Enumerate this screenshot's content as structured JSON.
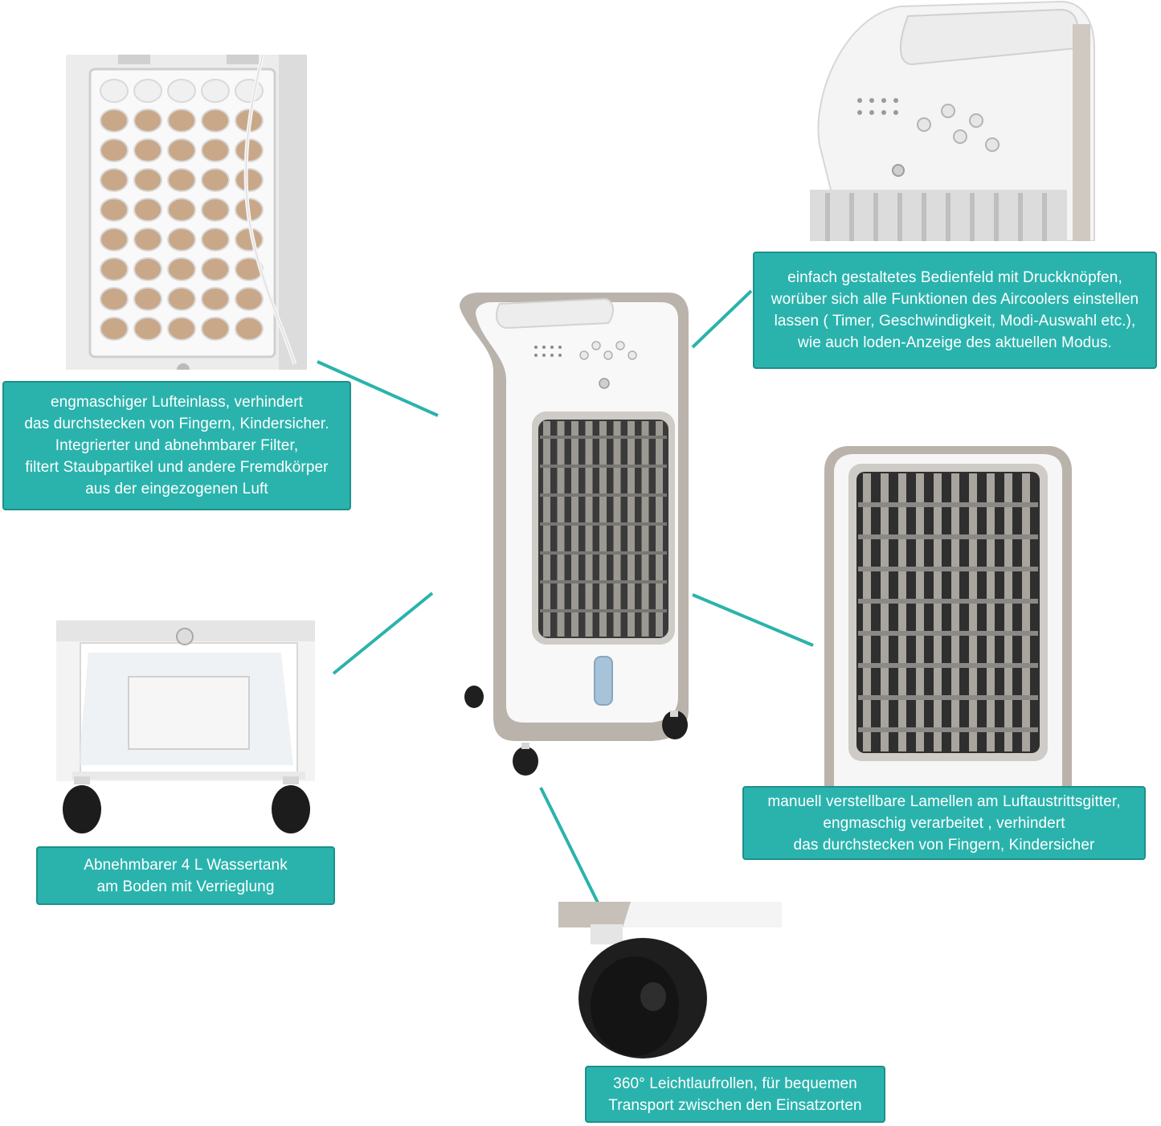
{
  "callouts": {
    "filter": "engmaschiger Lufteinlass, verhindert\ndas durchstecken von Fingern, Kindersicher.\nIntegrierter und abnehmbarer Filter,\nfiltert Staubpartikel und andere Fremdkörper\naus der eingezogenen Luft",
    "panel": "einfach gestaltetes Bedienfeld mit Druckknöpfen,\nworüber sich alle Funktionen des Aircoolers einstellen\nlassen ( Timer, Geschwindigkeit, Modi-Auswahl etc.),\nwie auch loden-Anzeige des aktuellen Modus.",
    "tank": "Abnehmbarer 4 L Wassertank\nam Boden mit Verrieglung",
    "louvers": "manuell verstellbare Lamellen am Luftaustrittsgitter,\nengmaschig verarbeitet , verhindert\ndas durchstecken von Fingern, Kindersicher",
    "wheels": "360° Leichtlaufrollen, für bequemen\nTransport zwischen den Einsatzorten"
  },
  "colors": {
    "callout_bg": "#2ab3ad",
    "connector": "#2ab3ad",
    "body_white": "#f7f7f7",
    "trim_grey": "#b9b3ab"
  }
}
